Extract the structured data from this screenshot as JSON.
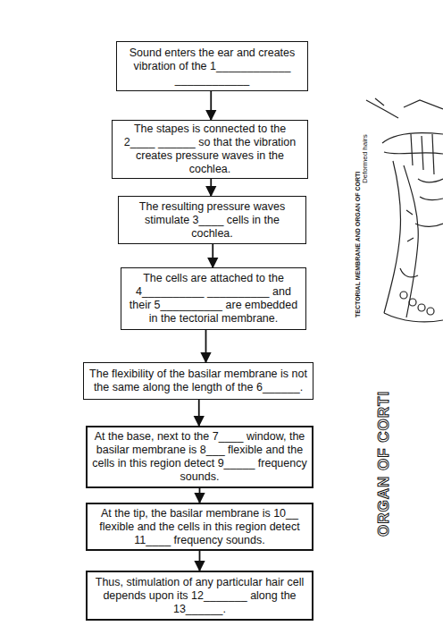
{
  "diagram": {
    "nodes": [
      {
        "text": [
          "Sound enters the ear and creates vibration of the 1____________ ____________"
        ]
      },
      {
        "text": [
          "The stapes is connected to the 2____ ______ so that the vibration creates pressure waves in the cochlea."
        ]
      },
      {
        "text": [
          "The resulting pressure waves stimulate 3____ cells in the cochlea."
        ]
      },
      {
        "text": [
          "The cells are attached to the 4__________ __________ and their 5__________ are embedded in the tectorial membrane."
        ]
      },
      {
        "text": [
          "The flexibility of the basilar membrane is not the same along the length of the 6______."
        ]
      },
      {
        "text": [
          "At the base, next to the 7____ window, the basilar membrane is 8___ flexible and the cells in this region detect 9_____ frequency sounds."
        ]
      },
      {
        "text": [
          "At the tip, the basilar membrane is 10__ flexible and the cells in this region detect 11____ frequency sounds."
        ]
      },
      {
        "text": [
          "Thus, stimulation of any particular hair cell depends upon its 12_______ along the 13______."
        ]
      }
    ],
    "edges": [
      {
        "from": 0,
        "to": 1,
        "arrow": "to"
      },
      {
        "from": 1,
        "to": 2,
        "arrow": "to"
      },
      {
        "from": 2,
        "to": 3,
        "arrow": "to"
      },
      {
        "from": 3,
        "to": 4,
        "arrow": "to"
      },
      {
        "from": 4,
        "to": 5,
        "arrow": "to"
      },
      {
        "from": 5,
        "to": 6,
        "arrow": "to"
      },
      {
        "from": 6,
        "to": 7,
        "arrow": "to"
      }
    ],
    "labels": [
      "Deformed hairs",
      "TECTORIAL MEMBRANE AND ORGAN OF CORTI",
      "ORGAN OF CORTI"
    ]
  }
}
